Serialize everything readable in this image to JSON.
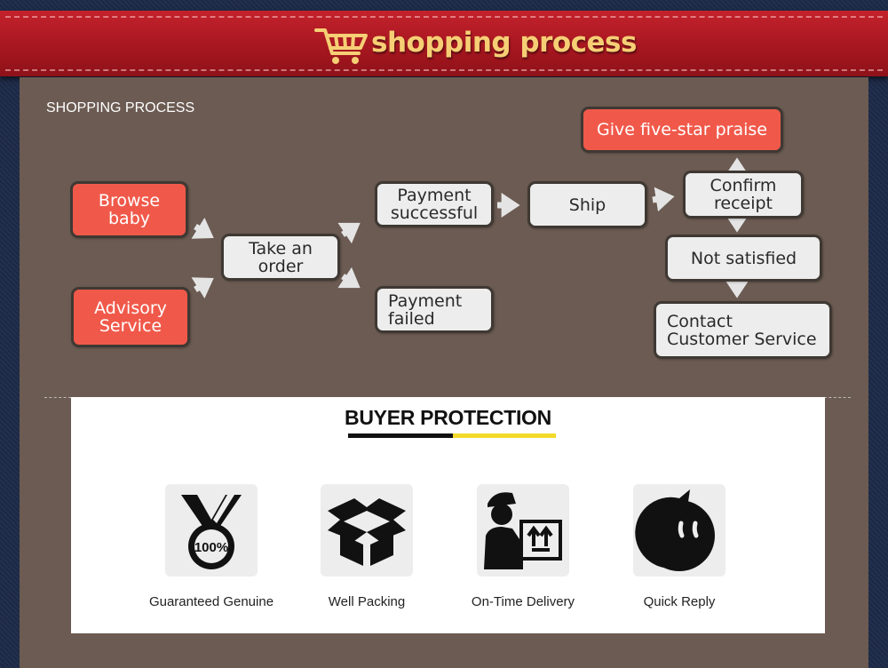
{
  "header": {
    "title": "shopping process",
    "icon": "shopping-cart-icon"
  },
  "section_label": "SHOPPING PROCESS",
  "flow": {
    "browse": "Browse\nbaby",
    "advisory": "Advisory\nService",
    "take_order": "Take an\norder",
    "payment_success": "Payment\nsuccessful",
    "payment_failed": "Payment\nfailed",
    "ship": "Ship",
    "confirm": "Confirm\nreceipt",
    "praise": "Give five-star praise",
    "not_satisfied": "Not satisfied",
    "contact": "Contact\nCustomer Service"
  },
  "protection": {
    "title": "BUYER PROTECTION",
    "features": [
      {
        "label": "Guaranteed Genuine",
        "icon": "medal-100-icon",
        "badge": "100%"
      },
      {
        "label": "Well Packing",
        "icon": "open-box-icon"
      },
      {
        "label": "On-Time Delivery",
        "icon": "delivery-person-icon"
      },
      {
        "label": "Quick Reply",
        "icon": "chat-bubble-icon"
      }
    ]
  },
  "colors": {
    "accent": "#f0594a",
    "ribbon": "#b81c25",
    "title": "#f6cf75",
    "panel": "#6b5b52",
    "underline_yellow": "#f3d92c"
  }
}
